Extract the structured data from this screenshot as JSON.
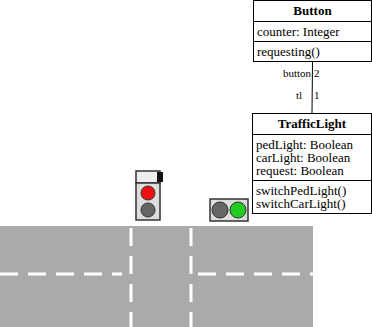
{
  "diagram": {
    "nodes": [
      {
        "text": [
          "Button",
          "counter: Integer",
          "requesting()"
        ]
      },
      {
        "text": [
          "TrafficLight",
          "pedLight: Boolean carLight: Boolean request: Boolean",
          "switchPedLight() switchCarLight()"
        ]
      }
    ],
    "edges": [
      {
        "from": 0,
        "to": 1,
        "arrow": "none"
      }
    ],
    "labels": [
      "button",
      "2",
      "tl",
      "1"
    ]
  }
}
